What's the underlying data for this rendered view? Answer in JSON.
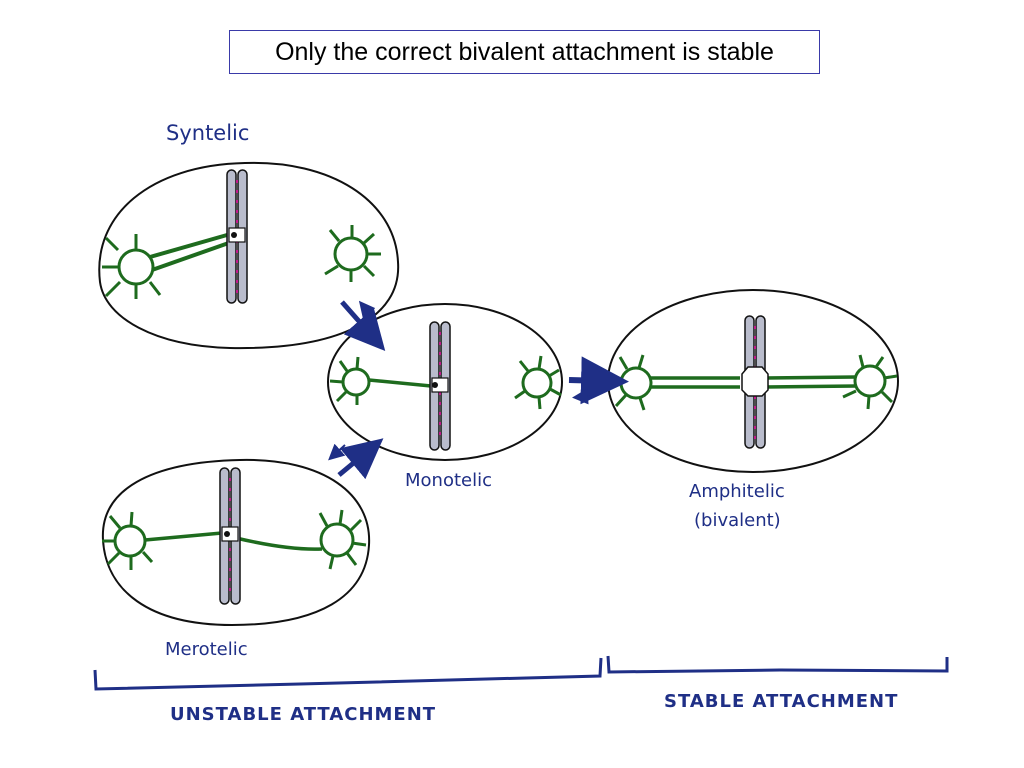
{
  "title": "Only the correct bivalent attachment is stable",
  "cells": {
    "syntelic": "Syntelic",
    "monotelic": "Monotelic",
    "merotelic": "Merotelic",
    "amphitelic": "Amphitelic",
    "amphitelic_sub": "(bivalent)"
  },
  "groups": {
    "unstable": "UNSTABLE ATTACHMENT",
    "stable": "STABLE ATTACHMENT"
  },
  "colors": {
    "ink": "#1f2f86",
    "spindle": "#1e6b1e",
    "chromosome_fill": "#b9bccc",
    "chromosome_dots": "#c2188c",
    "outline": "#111111"
  }
}
